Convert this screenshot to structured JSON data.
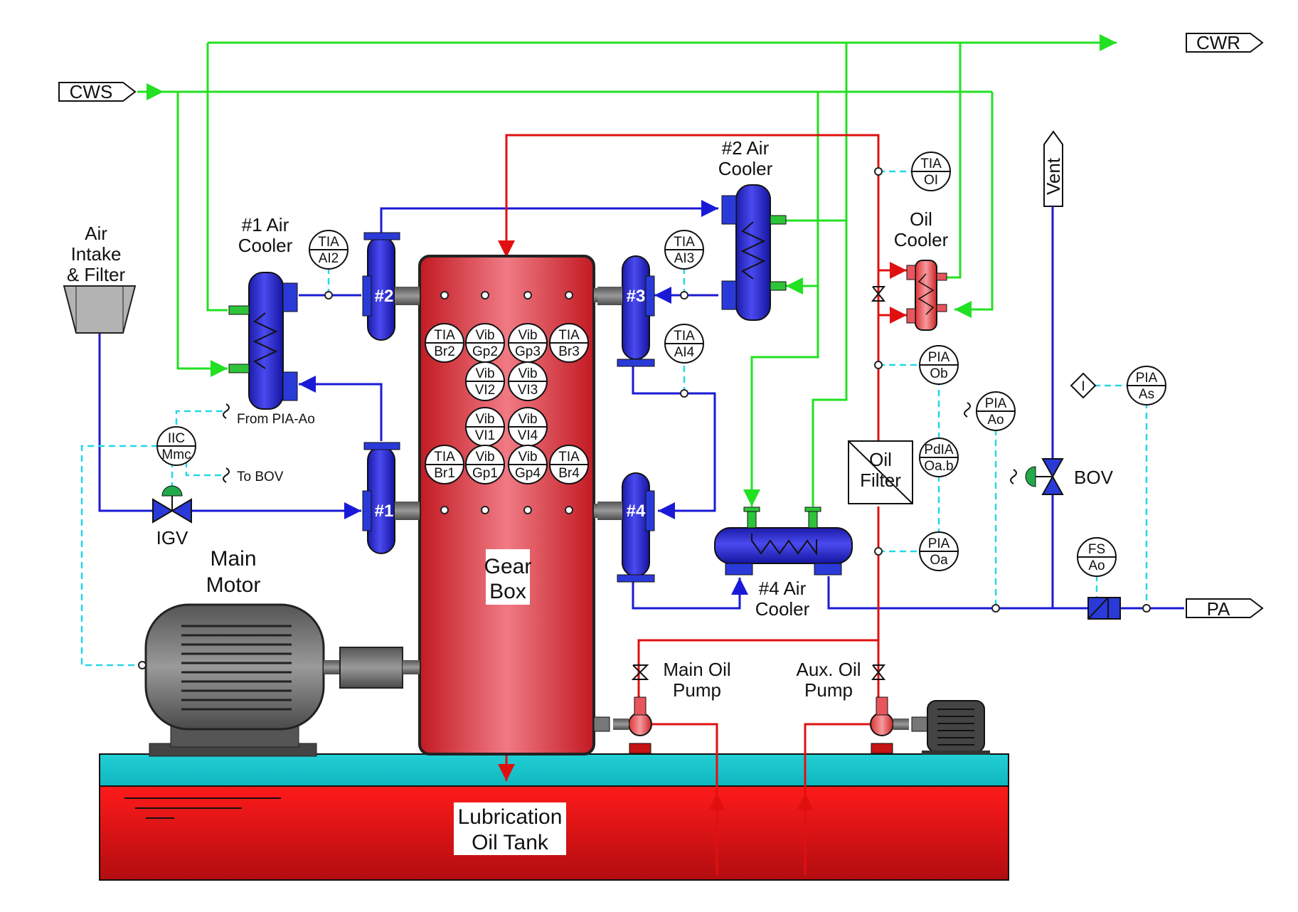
{
  "streams": {
    "cws": "CWS",
    "cwr": "CWR",
    "pa": "PA",
    "vent": "Vent"
  },
  "equipment": {
    "air_intake": [
      "Air",
      "Intake",
      "& Filter"
    ],
    "air_cooler_1": [
      "#1 Air",
      "Cooler"
    ],
    "air_cooler_2": [
      "#2 Air",
      "Cooler"
    ],
    "air_cooler_4": [
      "#4 Air",
      "Cooler"
    ],
    "oil_cooler": [
      "Oil",
      "Cooler"
    ],
    "oil_filter": [
      "Oil",
      "Filter"
    ],
    "gear_box": [
      "Gear",
      "Box"
    ],
    "main_motor": [
      "Main",
      "Motor"
    ],
    "main_oil_pump": [
      "Main Oil",
      "Pump"
    ],
    "aux_oil_pump": [
      "Aux. Oil",
      "Pump"
    ],
    "lube_tank": [
      "Lubrication",
      "Oil Tank"
    ],
    "igv": "IGV",
    "bov": "BOV"
  },
  "stages": {
    "s1": "#1",
    "s2": "#2",
    "s3": "#3",
    "s4": "#4"
  },
  "instruments": {
    "tia_ai2": [
      "TIA",
      "AI2"
    ],
    "tia_ai3": [
      "TIA",
      "AI3"
    ],
    "tia_ai4": [
      "TIA",
      "AI4"
    ],
    "tia_oi": [
      "TIA",
      "OI"
    ],
    "pia_ob": [
      "PIA",
      "Ob"
    ],
    "pdia_oab": [
      "PdIA",
      "Oa.b"
    ],
    "pia_oa": [
      "PIA",
      "Oa"
    ],
    "pia_ao": [
      "PIA",
      "Ao"
    ],
    "pia_as": [
      "PIA",
      "As"
    ],
    "fs_ao": [
      "FS",
      "Ao"
    ],
    "iic_mmc": [
      "IIC",
      "Mmc"
    ],
    "tia_br1": [
      "TIA",
      "Br1"
    ],
    "tia_br2": [
      "TIA",
      "Br2"
    ],
    "tia_br3": [
      "TIA",
      "Br3"
    ],
    "tia_br4": [
      "TIA",
      "Br4"
    ],
    "vib_gp1": [
      "Vib",
      "Gp1"
    ],
    "vib_gp2": [
      "Vib",
      "Gp2"
    ],
    "vib_gp3": [
      "Vib",
      "Gp3"
    ],
    "vib_gp4": [
      "Vib",
      "Gp4"
    ],
    "vib_vi1": [
      "Vib",
      "VI1"
    ],
    "vib_vi2": [
      "Vib",
      "VI2"
    ],
    "vib_vi3": [
      "Vib",
      "VI3"
    ],
    "vib_vi4": [
      "Vib",
      "VI4"
    ],
    "interlock": "I"
  },
  "signals": {
    "from_pia": "From PIA-Ao",
    "to_bov": "To BOV"
  },
  "colors": {
    "cooling_water": "#22e022",
    "air": "#1a1ad6",
    "oil": "#e01010",
    "signal": "#22d8e8",
    "equipment_blue": "#2a3ad8",
    "gearbox_red": "#d8282e",
    "motor_gray": "#6a6a6a",
    "tank_cyan": "#19c9cf",
    "tank_red": "#cc0f12"
  }
}
